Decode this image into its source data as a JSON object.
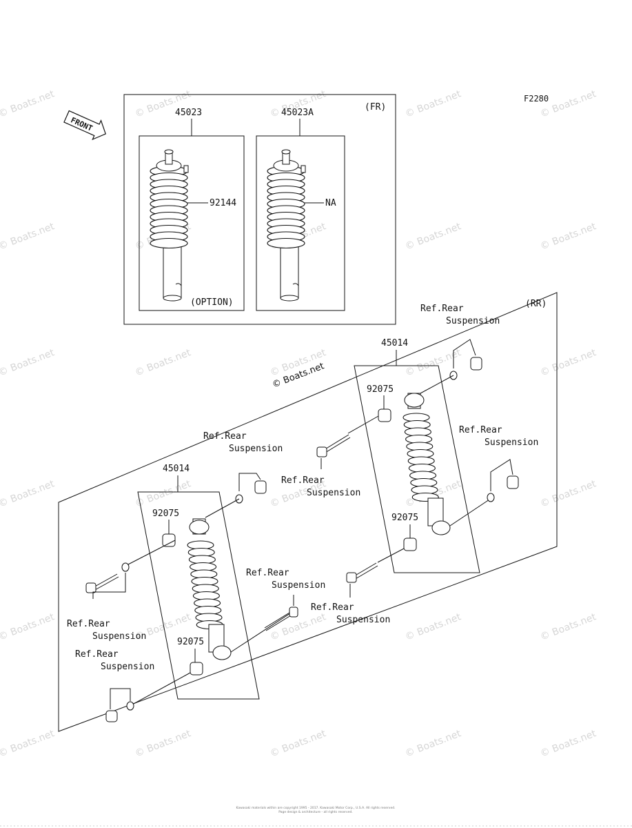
{
  "figure_code": "F2280",
  "front_label": "FRONT",
  "front_section": {
    "tag": "(FR)",
    "left_part": "45023",
    "left_sub_part": "92144",
    "left_note": "(OPTION)",
    "right_part": "45023A",
    "right_sub_part": "NA"
  },
  "rear_section": {
    "tag": "(RR)",
    "shock_part": "45014",
    "bushing_part": "92075",
    "ref_line1": "Ref.Rear",
    "ref_line2": "Suspension"
  },
  "watermark": "© Boats.net",
  "center_watermark": "© Boats.net",
  "footer_line1": "Kawasaki materials within are copyright 1995 - 2017. Kawasaki Motor Corp., U.S.A. All rights reserved.",
  "footer_line2": "Page design & architecture - all rights reserved."
}
